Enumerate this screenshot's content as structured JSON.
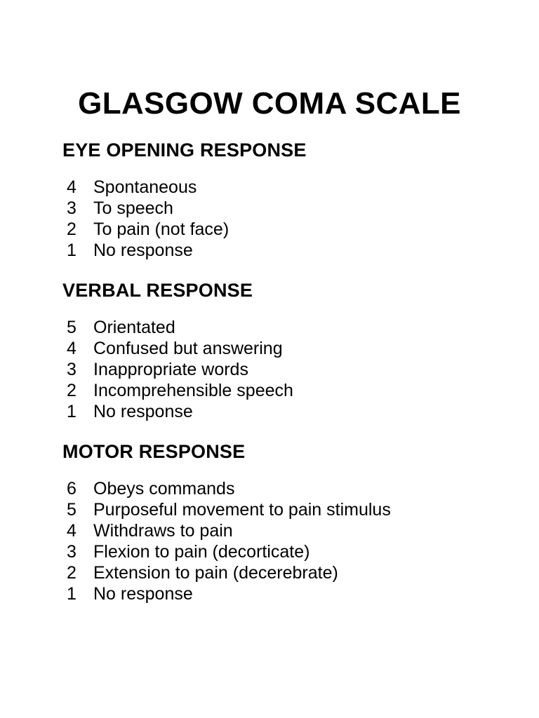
{
  "document": {
    "title": "GLASGOW COMA SCALE",
    "background_color": "#ffffff",
    "text_color": "#000000"
  },
  "sections": [
    {
      "heading": "EYE OPENING RESPONSE",
      "options": [
        {
          "score": "4",
          "label": "Spontaneous"
        },
        {
          "score": "3",
          "label": "To speech"
        },
        {
          "score": "2",
          "label": "To pain (not face)"
        },
        {
          "score": "1",
          "label": "No response"
        }
      ]
    },
    {
      "heading": "VERBAL RESPONSE",
      "options": [
        {
          "score": "5",
          "label": "Orientated"
        },
        {
          "score": "4",
          "label": "Confused but answering"
        },
        {
          "score": "3",
          "label": "Inappropriate words"
        },
        {
          "score": "2",
          "label": "Incomprehensible speech"
        },
        {
          "score": "1",
          "label": "No response"
        }
      ]
    },
    {
      "heading": "MOTOR RESPONSE",
      "options": [
        {
          "score": "6",
          "label": "Obeys commands"
        },
        {
          "score": "5",
          "label": "Purposeful movement to pain stimulus"
        },
        {
          "score": "4",
          "label": "Withdraws to pain"
        },
        {
          "score": "3",
          "label": "Flexion to pain (decorticate)"
        },
        {
          "score": "2",
          "label": "Extension to pain (decerebrate)"
        },
        {
          "score": "1",
          "label": "No response"
        }
      ]
    }
  ]
}
